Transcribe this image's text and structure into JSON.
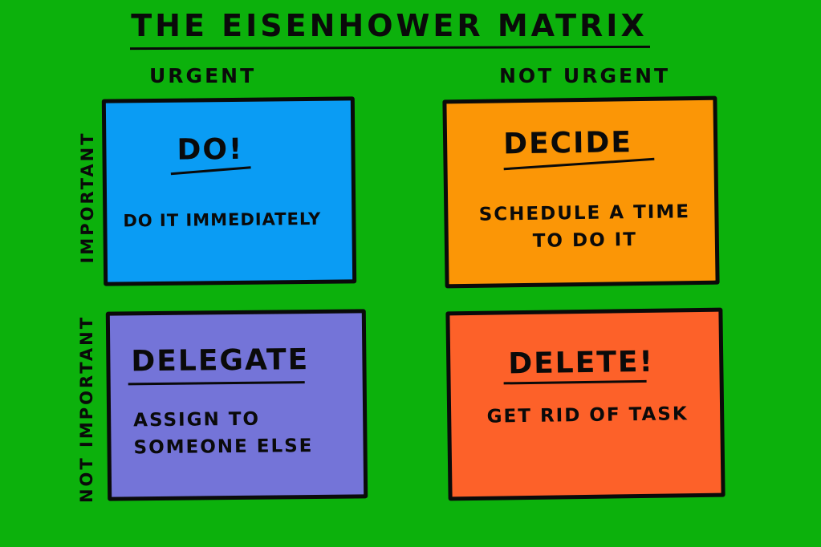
{
  "title": "THE EISENHOWER MATRIX",
  "columns": {
    "urgent": "URGENT",
    "not_urgent": "NOT URGENT"
  },
  "rows": {
    "important": "IMPORTANT",
    "not_important": "NOT IMPORTANT"
  },
  "quadrants": {
    "do": {
      "title": "DO!",
      "description": "DO IT IMMEDIATELY",
      "color": "#0a9cf4"
    },
    "decide": {
      "title": "DECIDE",
      "description": "SCHEDULE A TIME TO DO IT",
      "color": "#fb9606"
    },
    "delegate": {
      "title": "DELEGATE",
      "description": "ASSIGN TO SOMEONE ELSE",
      "color": "#7474d8"
    },
    "delete": {
      "title": "DELETE!",
      "description": "GET RID OF TASK",
      "color": "#fd6129"
    }
  },
  "colors": {
    "background": "#0cb10c",
    "ink": "#0a0a0a"
  }
}
